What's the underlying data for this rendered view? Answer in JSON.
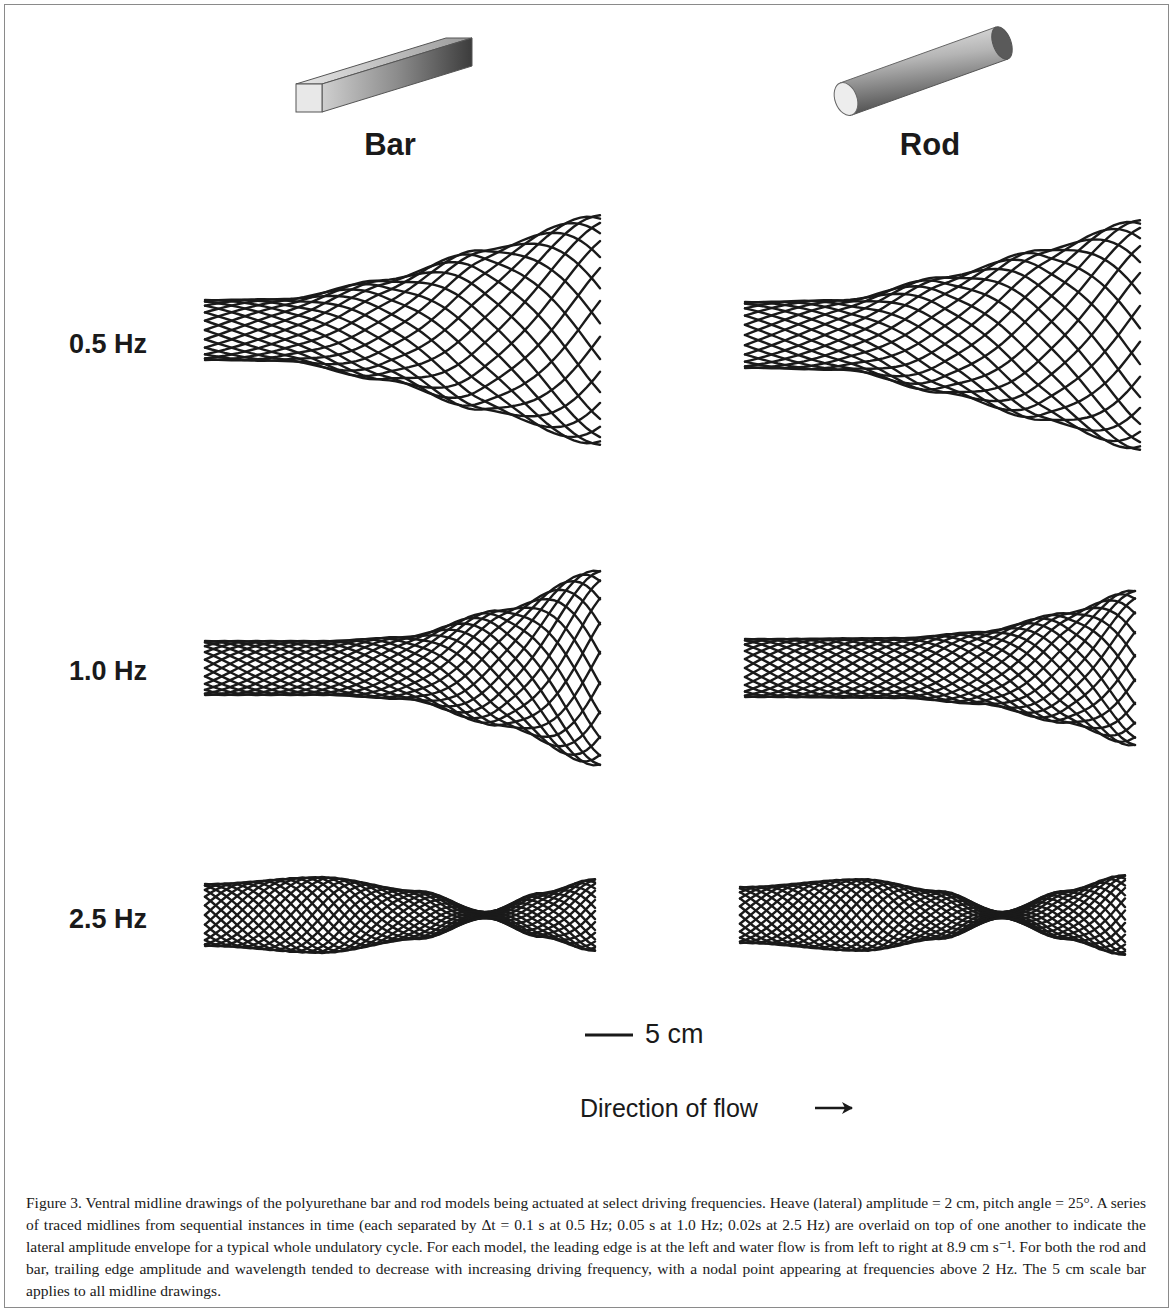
{
  "diagram": {
    "caption": "Figure 3. Ventral midline drawings of the polyurethane bar and rod models being actuated at select driving frequencies. Heave (lateral) amplitude = 2 cm, pitch angle = 25°. A series of traced midlines from sequential instances in time (each separated by Δt = 0.1 s at 0.5 Hz; 0.05 s at 1.0 Hz; 0.02s at 2.5 Hz) are overlaid on top of one another to indicate the lateral amplitude envelope for a typical whole undulatory cycle. For each model, the leading edge is at the left and water flow is from left to right at 8.9 cm s⁻¹. For both the rod and bar, trailing edge amplitude and wavelength tended to decrease with increasing driving frequency, with a nodal point appearing at frequencies above 2 Hz. The 5 cm scale bar applies to all midline drawings.",
    "labels": [
      "Bar",
      "Rod",
      "0.5 Hz",
      "1.0 Hz",
      "2.5 Hz",
      "5 cm",
      "Direction of flow"
    ]
  }
}
